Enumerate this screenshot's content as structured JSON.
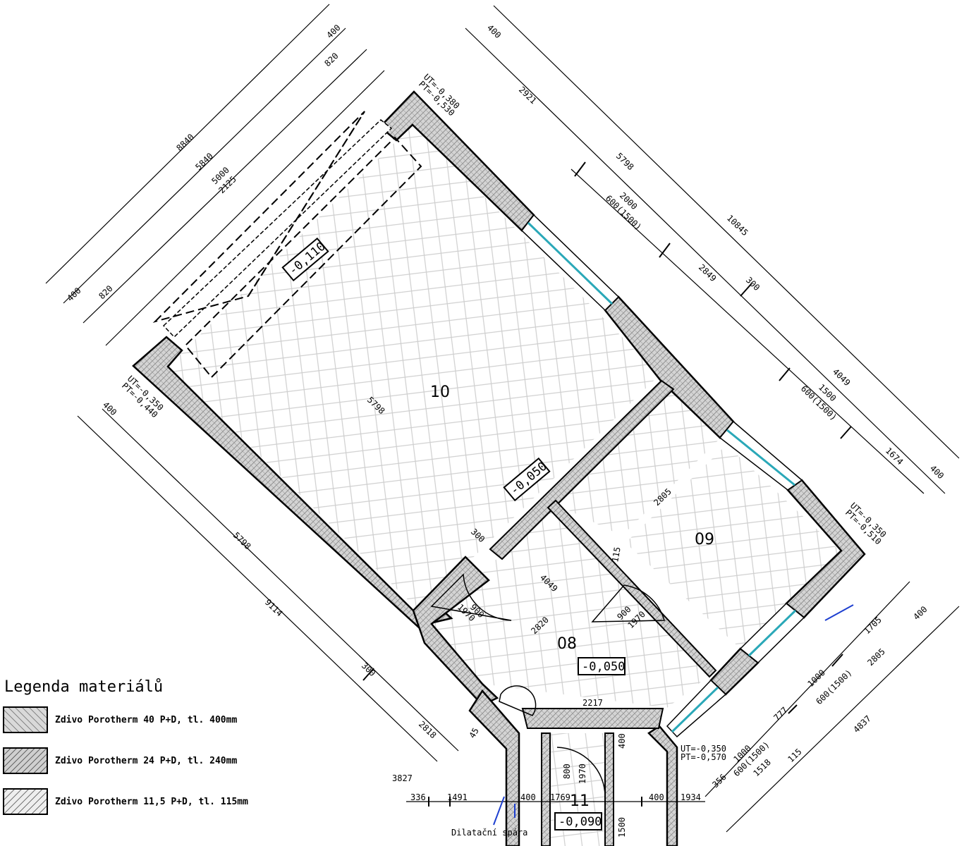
{
  "rooms": {
    "r10": "10",
    "r09": "09",
    "r08": "08",
    "r11": "11"
  },
  "levels": {
    "l1": "-0,110",
    "l2": "-0,050",
    "l3": "-0,050",
    "l4": "-0,090"
  },
  "dims": {
    "d8840": "8840",
    "d5840": "5840",
    "d5000": "5000",
    "d2125": "2125",
    "d400a": "400",
    "d820a": "820",
    "d400b": "400",
    "d820b": "820",
    "d400c": "400",
    "d2921": "2921",
    "d5798a": "5798",
    "d2000": "2000",
    "d600a": "600(1500)",
    "d10845": "10845",
    "d2849": "2849",
    "d300a": "300",
    "d4049a": "4049",
    "d1500a": "1500",
    "d600b": "600(1500)",
    "d1674": "1674",
    "d400d": "400",
    "d5798b": "5798",
    "d400e": "400",
    "d5798c": "5798",
    "d9114": "9114",
    "d300b": "300",
    "d2818": "2818",
    "d300c": "300",
    "d2805a": "2805",
    "d115a": "115",
    "d4049b": "4049",
    "d2820": "2820",
    "d2217": "2217",
    "d900a": "900",
    "d1970a": "1970",
    "d900b": "900",
    "d1970b": "1970",
    "d400f": "400",
    "d1705": "1705",
    "d2805b": "2805",
    "d1000a": "1000",
    "d600c": "600(1500)",
    "d777": "777",
    "d4837": "4837",
    "d1000b": "1000",
    "d600d": "600(1500)",
    "d1518": "1518",
    "d115b": "115",
    "d356": "356",
    "d3827": "3827",
    "d336": "336",
    "d1491": "1491",
    "d400g": "400",
    "d1769": "1769",
    "d400h": "400",
    "d1934": "1934",
    "d800": "800",
    "d1970c": "1970",
    "d400i": "400",
    "d1500b": "1500",
    "d45": "45"
  },
  "notes": {
    "ut1": "UT=-0,380",
    "pt1": "PT=-0,530",
    "ut2": "UT=-0,350",
    "pt2": "PT=-0,440",
    "ut3": "UT=-0,350",
    "pt3": "PT=-0,510",
    "ut4": "UT=-0,350",
    "pt4": "PT=-0,570",
    "dil": "Dilatační spára"
  },
  "legend": {
    "title": "Legenda materiálů",
    "items": [
      "Zdivo Porotherm 40 P+D, tl. 400mm",
      "Zdivo Porotherm 24 P+D, tl. 240mm",
      "Zdivo Porotherm 11,5 P+D, tl. 115mm"
    ]
  }
}
